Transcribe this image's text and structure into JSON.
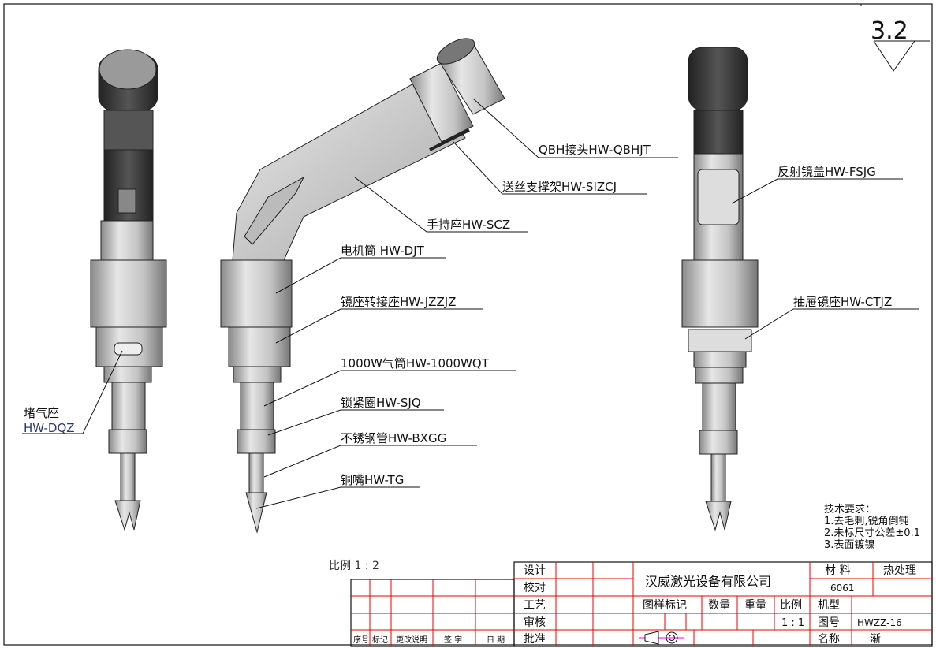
{
  "roughness": "3.2",
  "scale_note": "比例 1 : 2",
  "callouts": {
    "qbh": "QBH接头HW-QBHJT",
    "wire_support": "送丝支撑架HW-SIZCJ",
    "handle": "手持座HW-SCZ",
    "motor": "电机筒 HW-DJT",
    "mirror_adapter": "镜座转接座HW-JZZJZ",
    "gas_tube": "1000W气筒HW-1000WQT",
    "lock_ring": "锁紧圈HW-SJQ",
    "steel_tube": "不锈钢管HW-BXGG",
    "copper_nozzle": "铜嘴HW-TG",
    "mirror_cover": "反射镜盖HW-FSJG",
    "drawer_mount": "抽屉镜座HW-CTJZ",
    "gas_block_cn": "堵气座",
    "gas_block_code": "HW-DQZ"
  },
  "tech_requirements": {
    "title": "技术要求：",
    "items": [
      "1.去毛刺,锐角倒钝",
      "2.未标尺寸公差±0.1",
      "3.表面镀镍"
    ]
  },
  "title_block": {
    "design": "设计",
    "check": "校对",
    "process": "工艺",
    "review": "审核",
    "approve": "批准",
    "company": "汉威激光设备有限公司",
    "material_label": "材 料",
    "heat_label": "热处理",
    "material": "6061",
    "sample_mark": "图样标记",
    "quantity": "数量",
    "weight": "重量",
    "scale_label": "比例",
    "model_label": "机型",
    "scale": "1 : 1",
    "drawing_no_label": "图号",
    "drawing_no": "HWZZ-16",
    "name_label": "名称",
    "name": "渐"
  },
  "revision_table": {
    "headers": [
      "序号",
      "标记",
      "更改说明",
      "签 字",
      "日 期"
    ]
  }
}
